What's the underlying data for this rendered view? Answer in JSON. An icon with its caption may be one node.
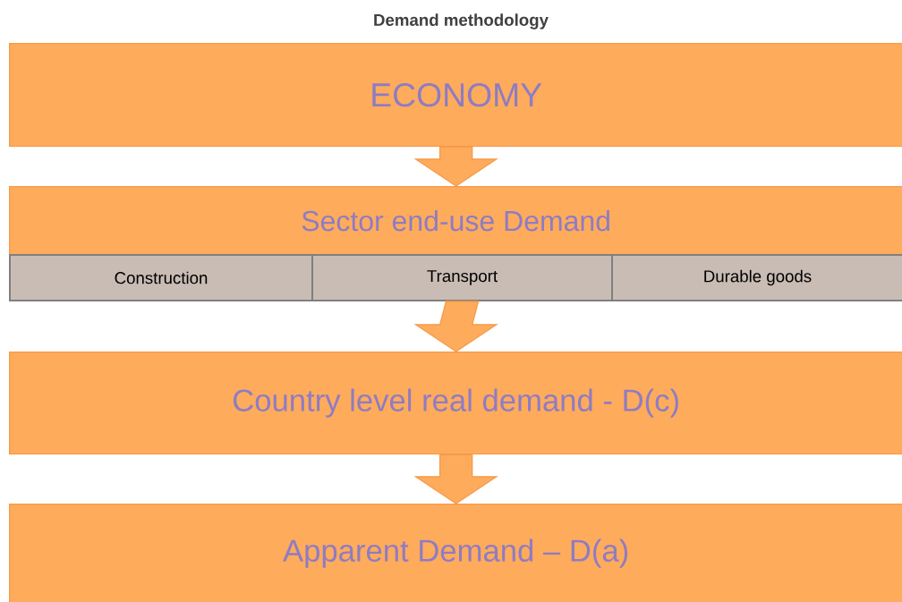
{
  "diagram": {
    "title": "Demand methodology",
    "nodes": [
      {
        "text": [
          "ECONOMY"
        ]
      },
      {
        "text": [
          "Sector end-use Demand"
        ]
      },
      {
        "text": [
          "Construction"
        ]
      },
      {
        "text": [
          "Transport"
        ]
      },
      {
        "text": [
          "Durable goods"
        ]
      },
      {
        "text": [
          "Country level real demand - D(c)"
        ]
      },
      {
        "text": [
          "Apparent Demand – D(a)"
        ]
      }
    ],
    "edges": [
      {
        "from": 0,
        "to": 1,
        "arrow": "to"
      },
      {
        "from": 3,
        "to": 5,
        "arrow": "to"
      },
      {
        "from": 5,
        "to": 6,
        "arrow": "to"
      }
    ]
  }
}
